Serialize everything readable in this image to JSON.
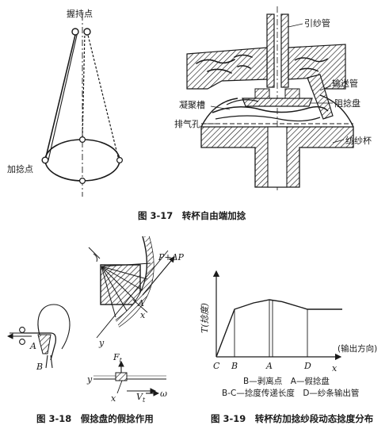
{
  "fig17": {
    "label_grip": "握持点",
    "label_twist": "加捻点",
    "label_yarn_tube": "引纱管",
    "label_feed_tube": "输送管",
    "label_groove": "凝聚槽",
    "label_disc": "阻捻盘",
    "label_vent": "排气孔",
    "label_rotor": "纺纱杯",
    "caption": "图 3-17　转杯自由端加捻"
  },
  "fig18": {
    "label_p": "P+ΔP",
    "label_a1": "A",
    "label_x1": "x",
    "label_y1": "y",
    "label_a2": "A",
    "label_b": "B",
    "label_ft": "F",
    "label_ft_sub": "t",
    "label_y2": "y",
    "label_x2": "x",
    "label_vt": "V",
    "label_vt_sub": "t",
    "label_omega": "ω",
    "caption": "图 3-18　假捻盘的假捻作用"
  },
  "fig19": {
    "y_axis_label": "T(捻度)",
    "x_axis_label": "x",
    "x_axis_note": "(输出方向)",
    "tick_c": "C",
    "tick_b": "B",
    "tick_a": "A",
    "tick_d": "D",
    "legend_line1": "B—剥离点　A—假捻盘",
    "legend_line2": "B-C—捻度传递长度　D—纱条输出管",
    "caption": "图 3-19　转杯纺加捻纱段动态捻度分布"
  },
  "chart_data": {
    "type": "line",
    "xlabel": "x",
    "ylabel": "T(捻度)",
    "categories": [
      "C",
      "B",
      "A",
      "D"
    ],
    "series": [
      {
        "values": [
          0,
          0.75,
          0.9,
          0.75
        ]
      }
    ]
  },
  "colors": {
    "ink": "#1a1a1a",
    "paper": "#ffffff"
  }
}
